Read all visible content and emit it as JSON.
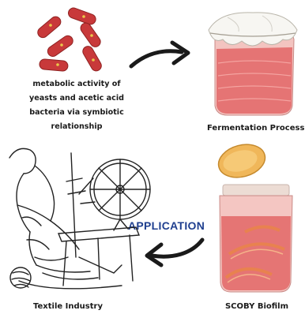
{
  "bacteria": {
    "caption_lines": [
      "metabolic activity of",
      "yeasts and acetic acid",
      "bacteria via symbiotic",
      "relationship"
    ]
  },
  "fermentation": {
    "label": "Fermentation Process"
  },
  "scoby": {
    "label": "SCOBY Biofilm"
  },
  "textile": {
    "label": "Textile Industry"
  },
  "application": {
    "label": "APPLICATION"
  },
  "colors": {
    "bacteria": "#c8393a",
    "liquid": "#e36b6b",
    "scoby_slice": "#e8824f",
    "application_text": "#1f3f8f"
  },
  "icons": [
    "bacteria-icon",
    "fermentation-jar-icon",
    "scoby-jar-icon",
    "spinning-wheel-icon",
    "arrow-icon"
  ]
}
